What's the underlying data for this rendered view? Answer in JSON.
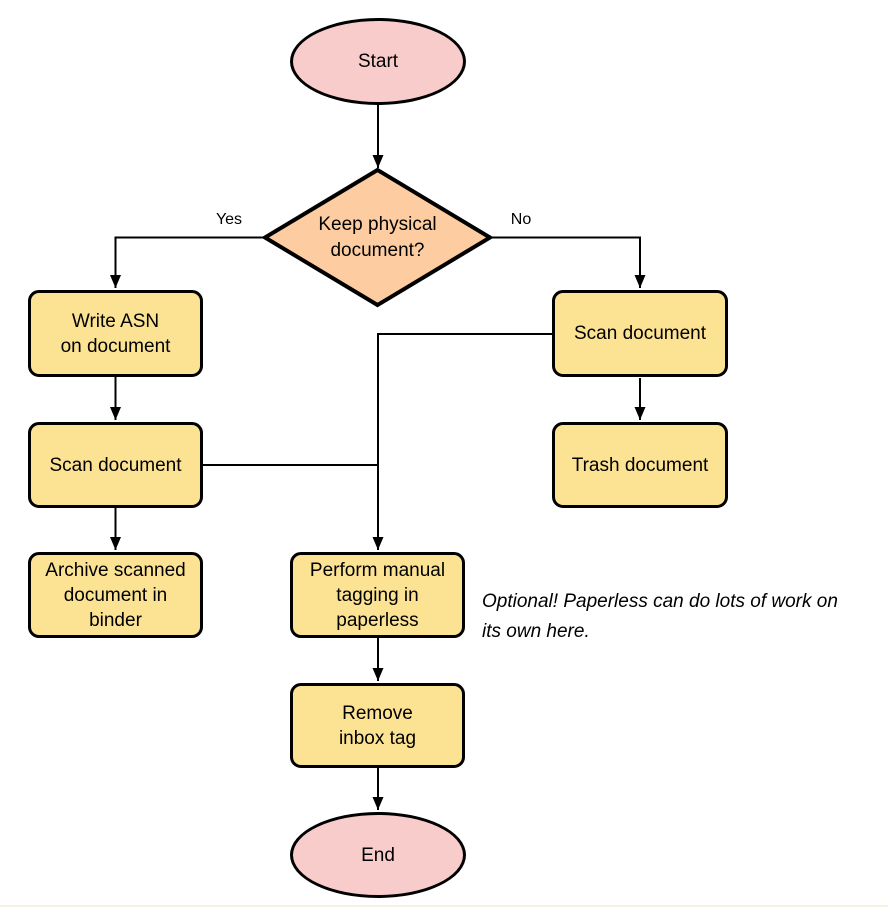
{
  "diagram": {
    "colors": {
      "terminator_fill": "#F9CCCC",
      "process_fill": "#FCE394",
      "decision_fill": "#FDCDA1",
      "stroke": "#000000"
    },
    "nodes": {
      "start": {
        "label": "Start"
      },
      "decision": {
        "lines": [
          "Keep physical",
          "document?"
        ]
      },
      "write_asn": {
        "lines": [
          "Write ASN",
          "on document"
        ]
      },
      "scan_left": {
        "label": "Scan document"
      },
      "archive": {
        "lines": [
          "Archive scanned",
          "document in",
          "binder"
        ]
      },
      "scan_right": {
        "label": "Scan document"
      },
      "trash": {
        "label": "Trash document"
      },
      "tagging": {
        "lines": [
          "Perform manual",
          "tagging in",
          "paperless"
        ]
      },
      "remove_inbox": {
        "lines": [
          "Remove",
          "inbox tag"
        ]
      },
      "end": {
        "label": "End"
      }
    },
    "edge_labels": {
      "yes": "Yes",
      "no": "No"
    },
    "annotation": {
      "lines": [
        "Optional! Paperless can do lots of work on",
        "its own here."
      ]
    }
  }
}
